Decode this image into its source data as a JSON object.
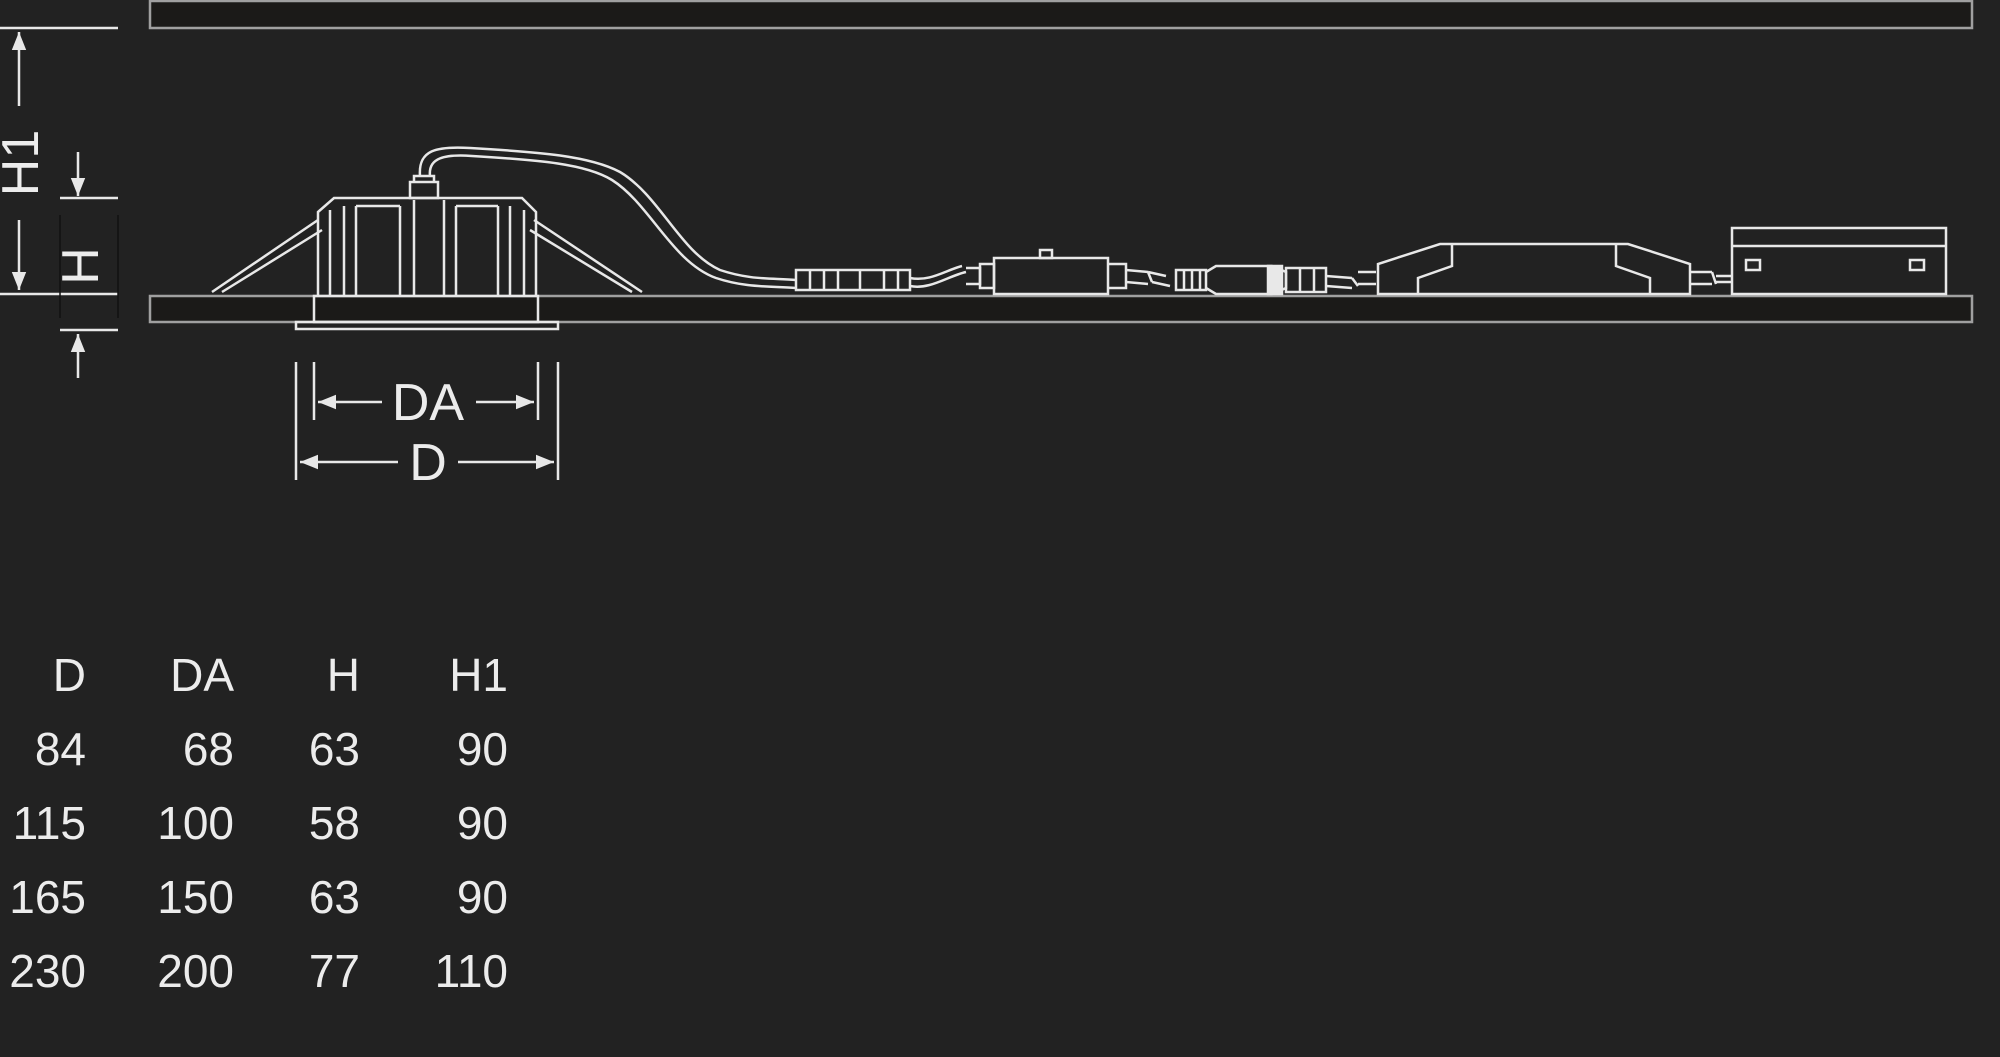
{
  "diagram": {
    "dimension_labels": {
      "h1": "H1",
      "h": "H",
      "da": "DA",
      "d": "D"
    },
    "colors": {
      "background": "#222222",
      "line": "#e8e8e8",
      "ceiling_fill": "#1b1a18",
      "frame_line": "#9a9a9a"
    }
  },
  "table": {
    "headers": [
      "D",
      "DA",
      "H",
      "H1"
    ],
    "rows": [
      [
        "84",
        "68",
        "63",
        "90"
      ],
      [
        "115",
        "100",
        "58",
        "90"
      ],
      [
        "165",
        "150",
        "63",
        "90"
      ],
      [
        "230",
        "200",
        "77",
        "110"
      ]
    ]
  }
}
